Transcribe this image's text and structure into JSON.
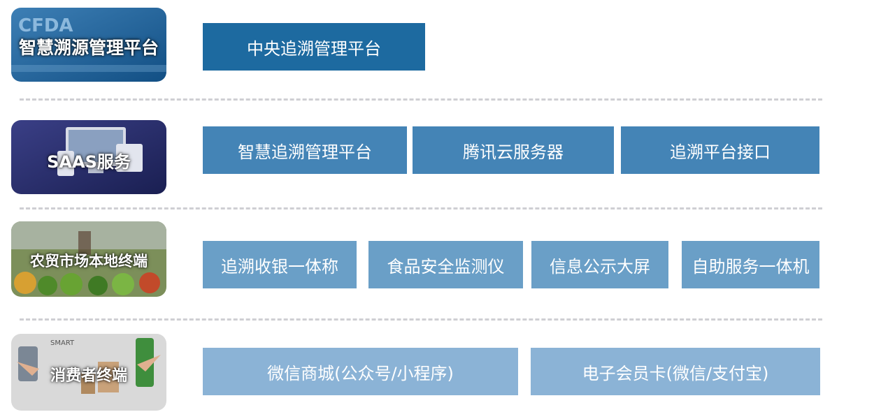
{
  "rows": [
    {
      "label": "智慧溯源管理平台",
      "label_color": "#1f5f95",
      "boxes": [
        "中央追溯管理平台"
      ],
      "box_color": "#1d6aa0"
    },
    {
      "label": "SAAS服务",
      "label_color": "#2c2f6e",
      "boxes": [
        "智慧追溯管理平台",
        "腾讯云服务器",
        "追溯平台接口"
      ],
      "box_color": "#4484b6"
    },
    {
      "label": "农贸市场本地终端",
      "label_color": "#6b8a3e",
      "boxes": [
        "追溯收银一体称",
        "食品安全监测仪",
        "信息公示大屏",
        "自助服务一体机"
      ],
      "box_color": "#6a9fc7"
    },
    {
      "label": "消费者终端",
      "label_color": "#c8c8c8",
      "boxes": [
        "微信商城(公众号/小程序)",
        "电子会员卡(微信/支付宝)"
      ],
      "box_color": "#8bb3d6"
    }
  ],
  "divider_color": "#cfcfd3"
}
